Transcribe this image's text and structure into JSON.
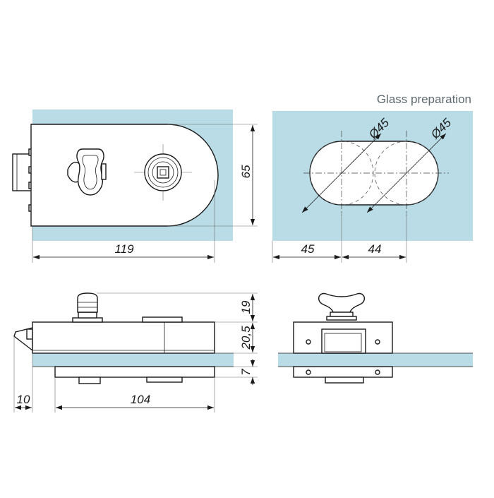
{
  "caption": "Glass preparation",
  "dimensions": {
    "front_width": "119",
    "front_height": "65",
    "hole_offset_a": "45",
    "hole_offset_b": "44",
    "hole_diameter_1": "Ø45",
    "hole_diameter_2": "Ø45",
    "knob_height": "19",
    "body_height": "20,5",
    "bottom_plate": "7",
    "overhang": "10",
    "side_length": "104"
  },
  "colors": {
    "glass": "#b9dce6",
    "line": "#1a1a1a",
    "caption": "#5f6b70"
  }
}
